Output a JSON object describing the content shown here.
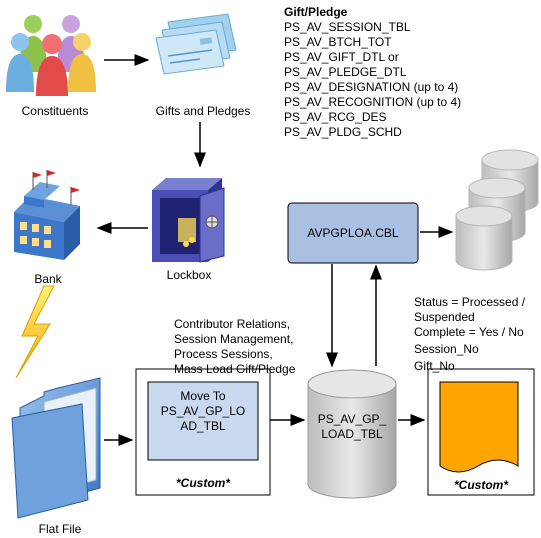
{
  "labels": {
    "constituents": "Constituents",
    "gifts_and_pledges": "Gifts and Pledges",
    "bank": "Bank",
    "lockbox": "Lockbox",
    "flat_file": "Flat File"
  },
  "gift_pledge": {
    "title": "Gift/Pledge",
    "tables": [
      "PS_AV_SESSION_TBL",
      "PS_AV_BTCH_TOT",
      "PS_AV_GIFT_DTL or",
      "PS_AV_PLEDGE_DTL",
      "PS_AV_DESIGNATION (up to 4)",
      "PS_AV_RECOGNITION (up to 4)",
      "PS_AV_RCG_DES",
      "PS_AV_PLDG_SCHD"
    ]
  },
  "program_box": {
    "label": "AVPGPLOA.CBL"
  },
  "status_notes": [
    "Status = Processed /",
    "Suspended",
    "Complete = Yes / No",
    "Session_No",
    "Gift_No"
  ],
  "contributor_notes": [
    "Contributor Relations,",
    "Session Management,",
    "Process Sessions,",
    "Mass Load Gift/Pledge"
  ],
  "move_box": {
    "lines": [
      "Move To",
      "PS_AV_GP_LO",
      "AD_TBL"
    ],
    "caption": "*Custom*"
  },
  "load_table": {
    "lines": [
      "PS_AV_GP_",
      "LOAD_TBL"
    ]
  },
  "output_doc": {
    "caption": "*Custom*"
  },
  "colors": {
    "box_fill": "#a9c0e3",
    "cylinder_light": "#e6e6e6",
    "cylinder_dark": "#9a9a9a",
    "doc_fill": "#ffa500",
    "lightning": "#f5b800"
  }
}
